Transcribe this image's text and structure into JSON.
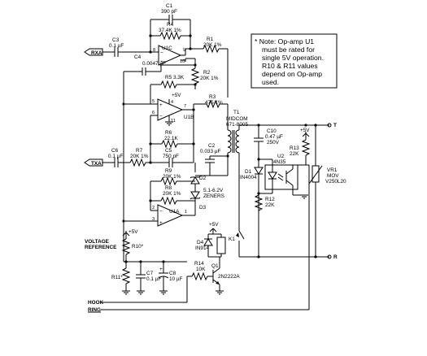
{
  "components": {
    "c1": {
      "ref": "C1",
      "value": "390 pF"
    },
    "r4": {
      "ref": "R4",
      "value": "37.4K 1%"
    },
    "r1": {
      "ref": "R1",
      "value": "20K 1%"
    },
    "c3": {
      "ref": "C3",
      "value": "0.1 µF"
    },
    "u1c": {
      "ref": "U1C"
    },
    "c4": {
      "ref": "C4",
      "value": "0.0047 µF"
    },
    "r2": {
      "ref": "R2",
      "value": "20K 1%"
    },
    "r5": {
      "ref": "R5",
      "value": "3.3K"
    },
    "r3": {
      "ref": "R3",
      "value": "475 1%"
    },
    "u1b": {
      "ref": "U1B"
    },
    "t1": {
      "ref": "T1",
      "name": "MIDCOM",
      "part": "671-8005"
    },
    "r6": {
      "ref": "R6",
      "value": "22.1K"
    },
    "c5": {
      "ref": "C5",
      "value": "750 pF"
    },
    "c6": {
      "ref": "C6",
      "value": "0.1 µF"
    },
    "r7": {
      "ref": "R7",
      "value": "20K 1%"
    },
    "c2": {
      "ref": "C2",
      "value": "0.033 µF"
    },
    "c10": {
      "ref": "C10",
      "value": "0.47 µF",
      "voltage": "250V"
    },
    "r13": {
      "ref": "R13",
      "value": "22K"
    },
    "u2": {
      "ref": "U2",
      "part": "4N35"
    },
    "d1": {
      "ref": "D1",
      "part": "IN4004"
    },
    "vr1": {
      "ref": "VR1",
      "part": "MOV",
      "value": "V250L20"
    },
    "r12": {
      "ref": "R12",
      "value": "22K"
    },
    "r9": {
      "ref": "R9",
      "value": "20K 1%"
    },
    "d2": {
      "ref": "D2"
    },
    "r8": {
      "ref": "R8",
      "value": "20K 1%"
    },
    "zeners": {
      "value": "5.1-6.2V",
      "label": "ZENERS"
    },
    "u1a": {
      "ref": "U1A"
    },
    "d3": {
      "ref": "D3"
    },
    "d4": {
      "ref": "D4",
      "part": "IN914"
    },
    "k1": {
      "ref": "K1"
    },
    "r10": {
      "ref": "R10*"
    },
    "r11": {
      "ref": "R11*"
    },
    "c7": {
      "ref": "C7",
      "value": "0.1 µF"
    },
    "c8": {
      "ref": "C8",
      "value": "10 µF"
    },
    "r14": {
      "ref": "R14",
      "value": "10K"
    },
    "q1": {
      "ref": "Q1",
      "part": "2N2222A"
    }
  },
  "nets": {
    "rxa": "RXA",
    "txa": "TXA",
    "hook": "HOOK",
    "ring": "RING",
    "voltage_reference_line1": "VOLTAGE",
    "voltage_reference_line2": "REFERENCE",
    "plus5v": "+5V",
    "tip": "T",
    "ring_terminal": "R"
  },
  "pins": {
    "u1c_p8": "8",
    "u1c_p9": "9",
    "u1c_p10": "10",
    "u1b_p4": "4",
    "u1b_p5": "5",
    "u1b_p6": "6",
    "u1b_p7": "7",
    "u1b_p11": "11",
    "u1a_p1": "1",
    "u1a_p2": "2",
    "u1a_p3": "3"
  },
  "note": {
    "line1": "*  Note: Op-amp U1",
    "line2": "must be rated for",
    "line3": "single 5V operation.",
    "line4": "R10 & R11 values",
    "line5": "depend on Op-amp",
    "line6": "used."
  }
}
